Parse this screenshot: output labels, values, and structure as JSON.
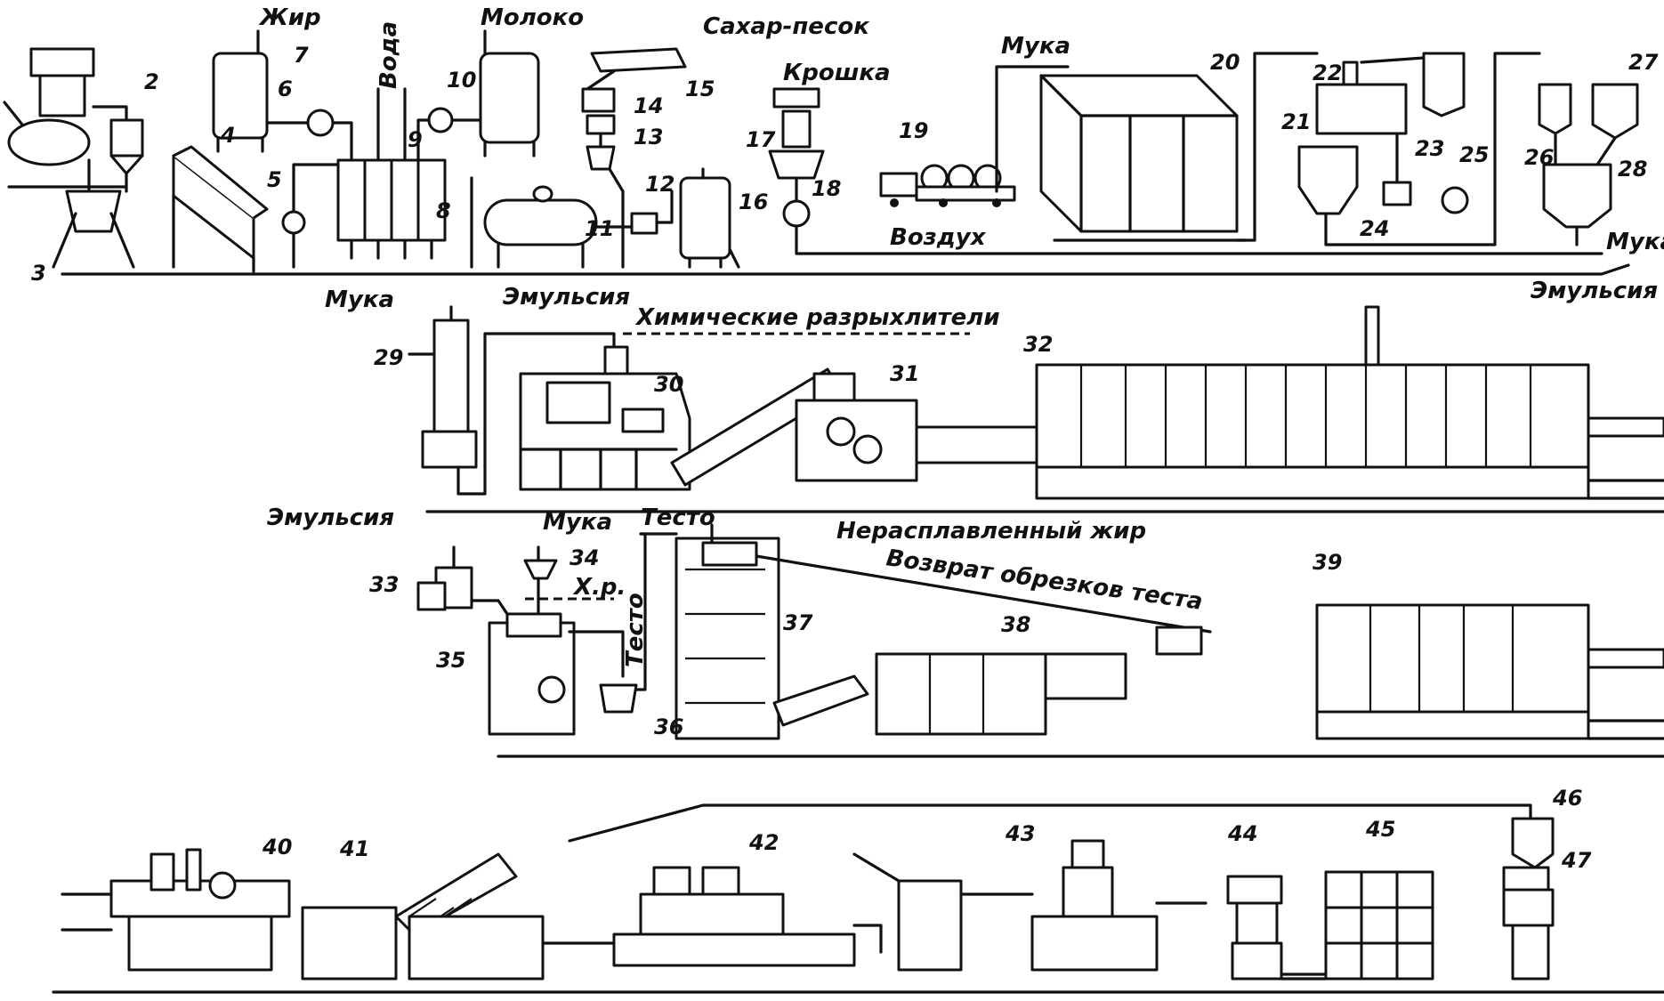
{
  "labels": {
    "fat": "Жир",
    "milk": "Молоко",
    "sugar": "Сахар-песок",
    "crumb": "Крошка",
    "water": "Вода",
    "flour_top": "Мука",
    "air": "Воздух",
    "flour_out": "Мука",
    "emulsion_out": "Эмульсия",
    "flour_2": "Мука",
    "emulsion_2": "Эмульсия",
    "chem_leaveners": "Химические разрыхлители",
    "emulsion_3": "Эмульсия",
    "flour_3": "Мука",
    "chem_short": "Х.р.",
    "dough_1": "Тесто",
    "dough_2": "Тесто",
    "unmelted_fat": "Нерасплавленный жир",
    "dough_return": "Возврат обрезков теста"
  },
  "numbers": [
    "2",
    "3",
    "4",
    "5",
    "6",
    "7",
    "8",
    "9",
    "10",
    "11",
    "12",
    "13",
    "14",
    "15",
    "16",
    "17",
    "18",
    "19",
    "20",
    "21",
    "22",
    "23",
    "24",
    "25",
    "26",
    "27",
    "28",
    "29",
    "30",
    "31",
    "32",
    "33",
    "34",
    "35",
    "36",
    "37",
    "38",
    "39",
    "40",
    "41",
    "42",
    "43",
    "44",
    "45",
    "46",
    "47"
  ]
}
